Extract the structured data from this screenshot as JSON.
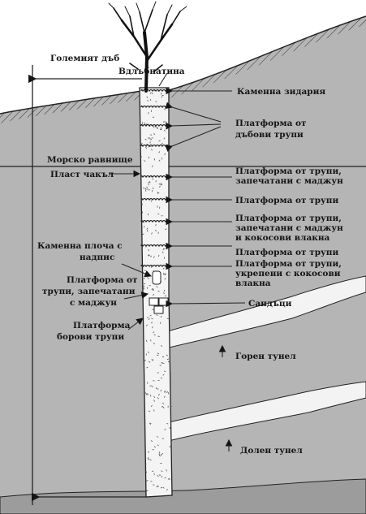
{
  "labels": {
    "big_oak": "Големият дъб",
    "depression": "Вдлъбнатина",
    "stone_masonry": "Каменна зидария",
    "oak_platform_1": "Платформа от",
    "oak_platform_2": "дъбови трупи",
    "sea_level": "Морско равнище",
    "gravel_layer": "Пласт чакъл",
    "sealed_platform_1": "Платформа от трупи,",
    "sealed_platform_2": "запечатани с маджун",
    "log_platform": "Платформа от трупи",
    "putty_coconut_1": "Платформа от трупи,",
    "putty_coconut_2": "запечатани с маджун",
    "putty_coconut_3": "и кокосови влакна",
    "log_platform_2": "Платформа от трупи",
    "reinforced_1": "Платформа от трупи,",
    "reinforced_2": "укрепени с кокосови",
    "reinforced_3": "влакна",
    "chests": "Сандъци",
    "stone_slab_1": "Каменна плоча с",
    "stone_slab_2": "надпис",
    "left_putty_1": "Платформа от",
    "left_putty_2": "трупи, запечатани",
    "left_putty_3": "с маджун",
    "pine_1": "Платформа",
    "pine_2": "борови трупи",
    "upper_tunnel": "Горен тунел",
    "lower_tunnel": "Долен тунел"
  },
  "colors": {
    "sky": "#ffffff",
    "ground": "#b3b3b3",
    "shaft": "#f3f3f3",
    "ink": "#141414"
  }
}
